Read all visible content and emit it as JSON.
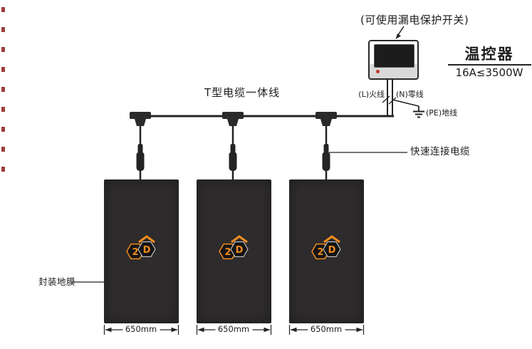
{
  "diagram": {
    "note_breaker": "(可使用漏电保护开关)",
    "thermostat_title": "温控器",
    "rating": "16A≤3500W",
    "wire_live": "(L)火线",
    "wire_neutral": "(N)零线",
    "wire_ground": "(PE)地线",
    "label_t_cable": "T型电缆一体线",
    "label_quick_cable": "快速连接电缆",
    "label_film": "封装地膜"
  },
  "logo": {
    "left_glyph": "2",
    "right_glyph": "D"
  },
  "panels": [
    {
      "width_label": "650mm"
    },
    {
      "width_label": "650mm"
    },
    {
      "width_label": "650mm"
    }
  ],
  "colors": {
    "panel_fill": "#2d2b2c",
    "accent_orange": "#f28c1e",
    "line": "#232323",
    "screen": "#1c1c1c",
    "power_dot": "#c0392b"
  }
}
